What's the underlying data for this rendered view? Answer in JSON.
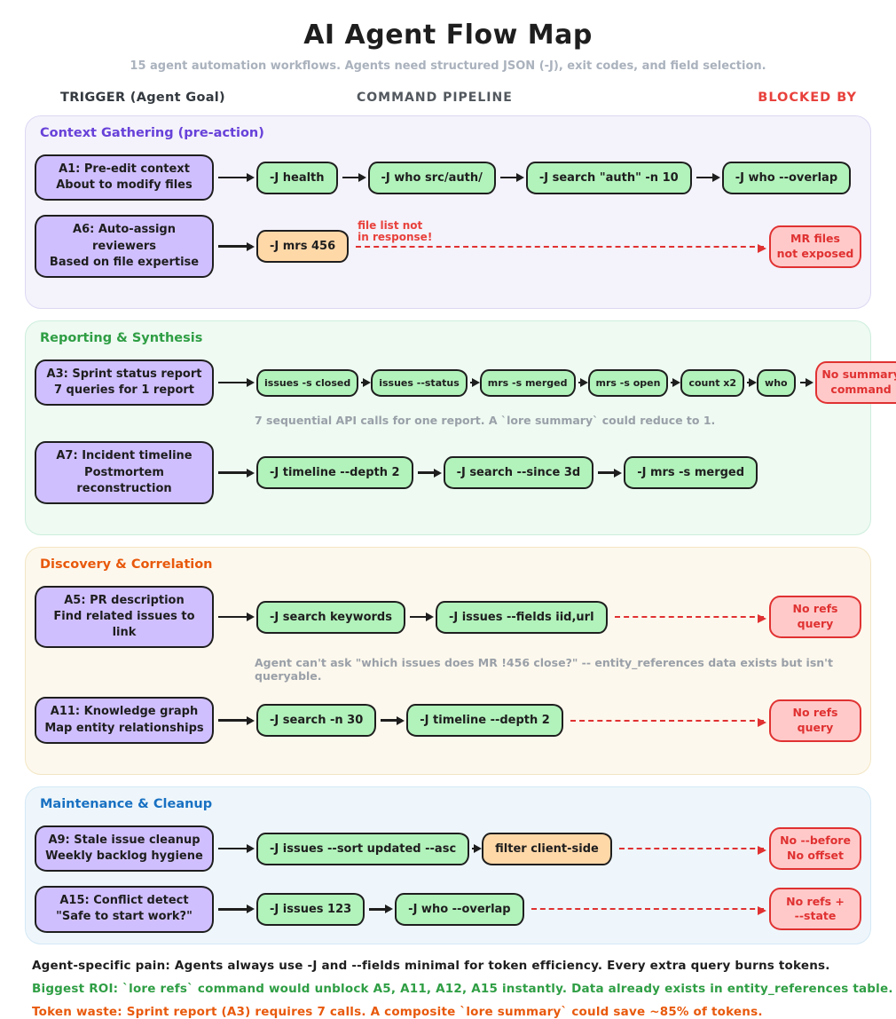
{
  "title": "AI Agent Flow Map",
  "subtitle": "15 agent automation workflows. Agents need structured JSON (-J), exit codes, and field selection.",
  "column_headers": {
    "trigger": "TRIGGER (Agent Goal)",
    "pipeline": "COMMAND PIPELINE",
    "blocked_by": "BLOCKED BY"
  },
  "palette": {
    "trigger_fill": "#d0bfff",
    "command_fill": "#b2f2bb",
    "workaround_fill": "#ffd8a8",
    "blocked_fill": "#ffc9c9",
    "blocked_accent": "#e03131",
    "ink": "#1e1e1e",
    "section_context": "#6741d9",
    "section_reporting": "#2f9e44",
    "section_discovery": "#e8590c",
    "section_maintenance": "#1971c2"
  },
  "sections": [
    {
      "label": "Context Gathering (pre-action)",
      "rows": [
        {
          "trigger": "A1: Pre-edit context\nAbout to modify files",
          "steps": [
            "-J health",
            "-J who src/auth/",
            "-J search \"auth\" -n 10",
            "-J who --overlap"
          ]
        },
        {
          "trigger": "A6: Auto-assign reviewers\nBased on file expertise",
          "steps": [
            "-J mrs 456"
          ],
          "annotation": "file list not\nin response!",
          "blocked": "MR files\nnot exposed"
        }
      ]
    },
    {
      "label": "Reporting & Synthesis",
      "rows": [
        {
          "trigger": "A3: Sprint status report\n7 queries for 1 report",
          "steps": [
            "issues -s closed",
            "issues --status",
            "mrs -s merged",
            "mrs -s open",
            "count x2",
            "who"
          ],
          "blocked": "No summary\ncommand",
          "note": "7 sequential API calls for one report. A `lore summary` could reduce to 1."
        },
        {
          "trigger": "A7: Incident timeline\nPostmortem reconstruction",
          "steps": [
            "-J timeline --depth 2",
            "-J search --since 3d",
            "-J mrs -s merged"
          ]
        }
      ]
    },
    {
      "label": "Discovery & Correlation",
      "rows": [
        {
          "trigger": "A5: PR description\nFind related issues to link",
          "steps": [
            "-J search keywords",
            "-J issues --fields iid,url"
          ],
          "blocked": "No refs\nquery",
          "note": "Agent can't ask \"which issues does MR !456 close?\" -- entity_references data exists but isn't queryable."
        },
        {
          "trigger": "A11: Knowledge graph\nMap entity relationships",
          "steps": [
            "-J search -n 30",
            "-J timeline --depth 2"
          ],
          "blocked": "No refs\nquery"
        }
      ]
    },
    {
      "label": "Maintenance & Cleanup",
      "rows": [
        {
          "trigger": "A9: Stale issue cleanup\nWeekly backlog hygiene",
          "steps": [
            "-J issues --sort updated --asc",
            "filter client-side"
          ],
          "blocked": "No --before\nNo offset"
        },
        {
          "trigger": "A15: Conflict detect\n\"Safe to start work?\"",
          "steps": [
            "-J issues 123",
            "-J who --overlap"
          ],
          "blocked": "No refs +\n--state"
        }
      ]
    }
  ],
  "footnotes": [
    "Agent-specific pain: Agents always use -J and --fields minimal for token efficiency. Every extra query burns tokens.",
    "Biggest ROI: `lore refs` command would unblock A5, A11, A12, A15 instantly. Data already exists in entity_references table.",
    "Token waste: Sprint report (A3) requires 7 calls. A composite `lore summary` could save ~85% of tokens."
  ]
}
